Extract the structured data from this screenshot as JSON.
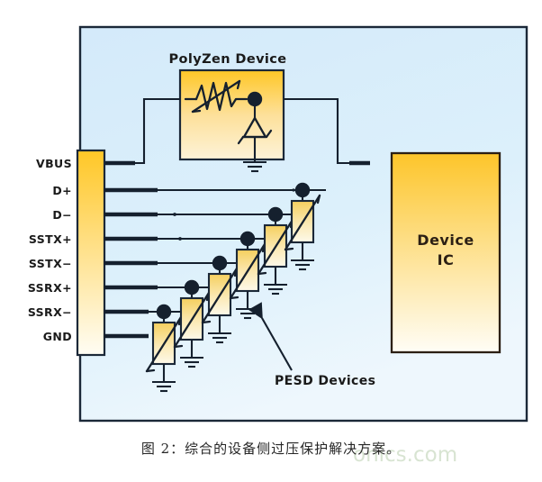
{
  "figure": {
    "caption": "图 2：综合的设备侧过压保护解决方案。",
    "watermark": "onics.com"
  },
  "panel": {
    "background_color": "#d8ecf8",
    "border_color": "#1b2838"
  },
  "connector": {
    "name": "usb-connector",
    "fill_top": "#ffc726",
    "fill_bottom": "#fffdf4",
    "pins": [
      {
        "label": "VBUS"
      },
      {
        "label": "D+"
      },
      {
        "label": "D−"
      },
      {
        "label": "SSTX+"
      },
      {
        "label": "SSTX−"
      },
      {
        "label": "SSRX+"
      },
      {
        "label": "SSRX−"
      },
      {
        "label": "GND"
      }
    ]
  },
  "polyzen": {
    "title": "PolyZen Device",
    "fill_top": "#ffc726",
    "fill_bottom": "#fdf3d8",
    "components": [
      {
        "type": "pptc-resistor",
        "name": "pptc-resistor-symbol"
      },
      {
        "type": "zener-diode",
        "name": "zener-diode-symbol"
      },
      {
        "type": "ground",
        "name": "ground-symbol"
      }
    ]
  },
  "device_ic": {
    "line1": "Device",
    "line2": "IC",
    "fill_top": "#fdc52a",
    "fill_bottom": "#fffdf6"
  },
  "pesd": {
    "annotation": "PESD Devices",
    "count": 6,
    "fill_top": "#f5cf5e",
    "fill_bottom": "#fdf7e3",
    "protected_lines": [
      "D+",
      "D−",
      "SSTX+",
      "SSTX−",
      "SSRX+",
      "SSRX−"
    ]
  },
  "colors": {
    "wire": "#15202e",
    "panel_bg": "#d8ecf8",
    "accent_yellow": "#ffc726",
    "watermark": "#d8e4d2"
  }
}
